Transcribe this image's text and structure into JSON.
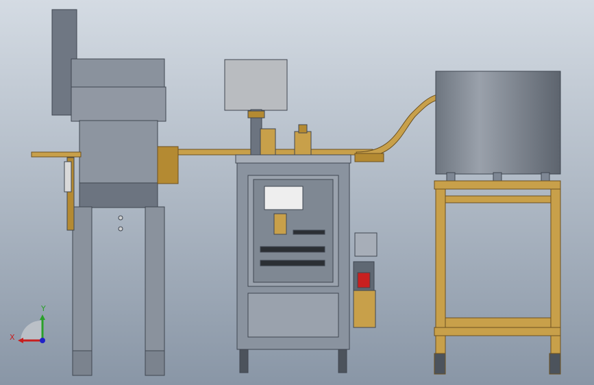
{
  "viewport": {
    "background_top": "#d4dbe3",
    "background_bottom": "#8996a6"
  },
  "colors": {
    "steel": "#7e8794",
    "steel_dark": "#5f6873",
    "steel_light": "#a7aeb8",
    "brass": "#c8a04a",
    "brass_dark": "#8c6d28",
    "cabinet": "#8a939f",
    "panel_white": "#eeeeee",
    "accent_red": "#c82020"
  },
  "triad": {
    "x_label": "X",
    "y_label": "Y",
    "x_color": "#c81e1e",
    "y_color": "#2aa02a",
    "z_color": "#2020c8"
  },
  "components": [
    {
      "name": "vibratory-feeder-left"
    },
    {
      "name": "linear-feed-rail"
    },
    {
      "name": "press-unit"
    },
    {
      "name": "control-cabinet"
    },
    {
      "name": "pneumatic-valve-group"
    },
    {
      "name": "hopper-bowl"
    },
    {
      "name": "support-frame"
    }
  ]
}
